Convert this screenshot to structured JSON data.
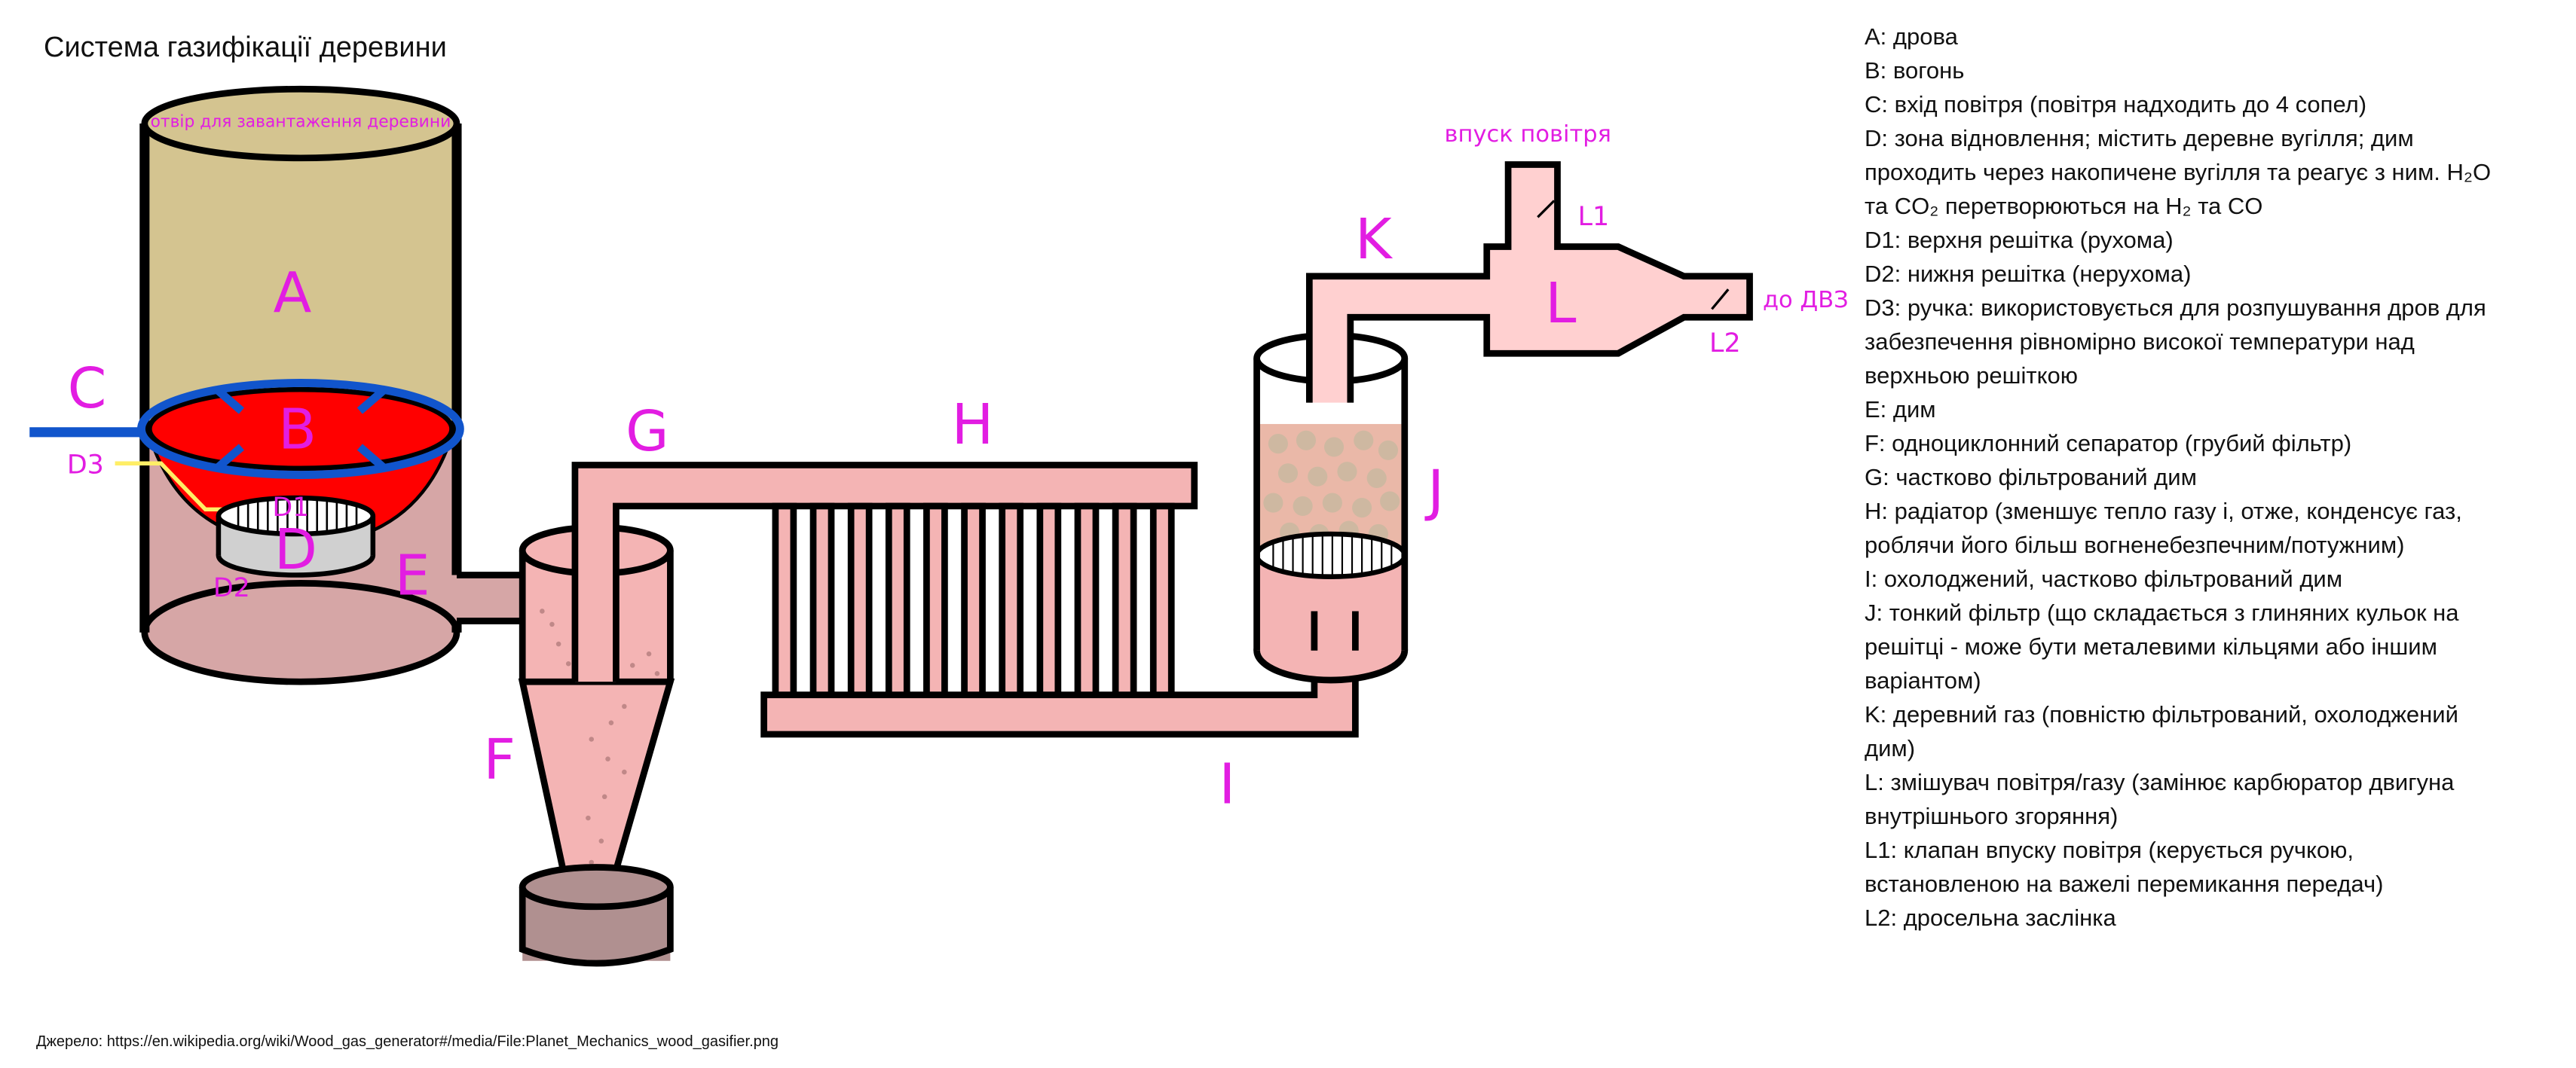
{
  "title": "Система газифікації деревини",
  "diagram": {
    "loading_hole": "отвір для завантаження деревини",
    "labels": {
      "A": "A",
      "B": "B",
      "C": "C",
      "D": "D",
      "D1": "D1",
      "D2": "D2",
      "D3": "D3",
      "E": "E",
      "F": "F",
      "G": "G",
      "H": "H",
      "I": "I",
      "J": "J",
      "K": "K",
      "L": "L",
      "L1": "L1",
      "L2": "L2"
    },
    "air_intake": "впуск повітря",
    "to_engine": "до ДВЗ"
  },
  "legend": [
    "A: дрова",
    "B: вогонь",
    "C: вхід повітря (повітря надходить до 4 сопел)",
    "D: зона відновлення; містить деревне вугілля; дим",
    "проходить через накопичене вугілля та реагує з ним. H₂O",
    "та CO₂ перетворюються на H₂ та CO",
    "D1: верхня решітка (рухома)",
    "D2: нижня решітка (нерухома)",
    "D3: ручка: використовується для розпушування дров для",
    "забезпечення рівномірно високої температури над",
    "верхньою решіткою",
    "E: дим",
    "F: одноциклонний сепаратор (грубий фільтр)",
    "G: частково фільтрований дим",
    "H: радіатор (зменшує тепло газу і, отже, конденсує газ,",
    "роблячи його більш вогненебезпечним/потужним)",
    "I: охолоджений, частково фільтрований дим",
    "J: тонкий фільтр (що складається з глиняних кульок на",
    "решітці - може бути металевими кільцями або іншим",
    "варіантом)",
    "K: деревний газ (повністю фільтрований, охолоджений",
    "дим)",
    "L: змішувач повітря/газу (замінює карбюратор двигуна",
    "внутрішнього згоряння)",
    "L1: клапан впуску повітря (керується ручкою,",
    "встановленою на важелі перемикання передач)",
    "L2: дросельна заслінка"
  ],
  "source": "Джерело: https://en.wikipedia.org/wiki/Wood_gas_generator#/media/File:Planet_Mechanics_wood_gasifier.png",
  "colors": {
    "label": "#e21de2",
    "wood": "#d4c490",
    "smoke": "#d6a6a6",
    "fire": "#ff0000",
    "air_pipe": "#1155cc",
    "gas_pipe": "#f4b4b4",
    "handle": "#ffee66"
  }
}
